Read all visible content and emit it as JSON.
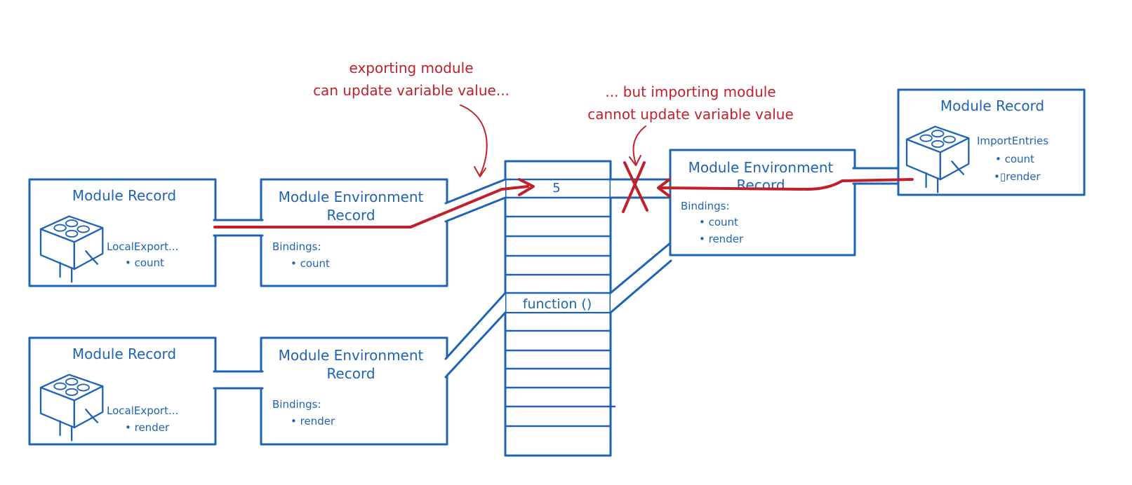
{
  "annotations": {
    "exporting_line1": "exporting module",
    "exporting_line2": "can update variable value...",
    "importing_line1": "... but importing module",
    "importing_line2": "cannot update variable value"
  },
  "memory": {
    "value_5": "5",
    "function_label": "function ()"
  },
  "export_count": {
    "module_record_title": "Module Record",
    "local_exports_label": "LocalExport...",
    "local_exports_item": "• count",
    "env_title_line1": "Module Environment",
    "env_title_line2": "Record",
    "bindings_label": "Bindings:",
    "binding_item": "• count"
  },
  "export_render": {
    "module_record_title": "Module Record",
    "local_exports_label": "LocalExport...",
    "local_exports_item": "• render",
    "env_title_line1": "Module Environment",
    "env_title_line2": "Record",
    "bindings_label": "Bindings:",
    "binding_item": "• render"
  },
  "importer": {
    "module_record_title": "Module Record",
    "import_entries_label": "ImportEntries",
    "import_item_1": "• count",
    "import_item_2": "•▯render",
    "env_title_line1": "Module Environment",
    "env_title_line2": "Record",
    "bindings_label": "Bindings:",
    "binding_item_1": "• count",
    "binding_item_2": "• render"
  },
  "colors": {
    "blue": "#1f63b5",
    "red": "#c0202a"
  },
  "icons": [
    "lego-brick-icon"
  ]
}
